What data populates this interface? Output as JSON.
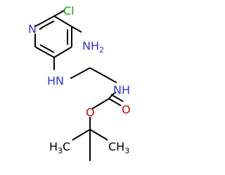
{
  "colors": {
    "nitrogen": "#3333cc",
    "oxygen": "#cc0000",
    "chlorine": "#11aa11",
    "carbon_bond": "#000000",
    "background": "#ffffff"
  },
  "atoms": {
    "ring_n": "N",
    "cl": "Cl",
    "amino_nh": "NH",
    "amino_sub": "2",
    "link_nh": "HN",
    "carbamate_nh": "NH",
    "carbonyl_o": "O",
    "ester_o": "O",
    "methyl_left_h": "H",
    "methyl_left_sub": "3",
    "methyl_left_c": "C",
    "methyl_right_c": "CH",
    "methyl_right_sub": "3"
  }
}
